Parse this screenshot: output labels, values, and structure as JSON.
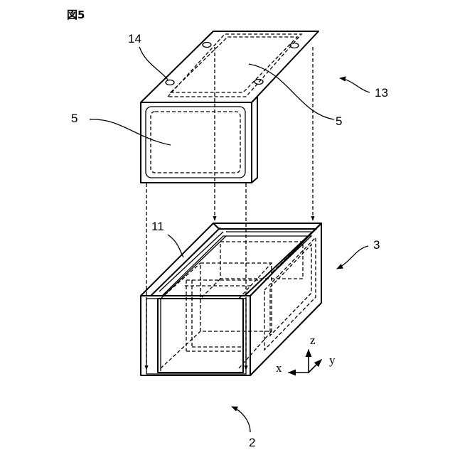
{
  "figure_title": "図5",
  "labels": {
    "lid": "13",
    "holes": "14",
    "side_panel": "5",
    "top_panel": "5",
    "rail": "11",
    "case": "3",
    "assembly": "2"
  },
  "axes": {
    "z": "z",
    "y": "y",
    "x": "x"
  }
}
